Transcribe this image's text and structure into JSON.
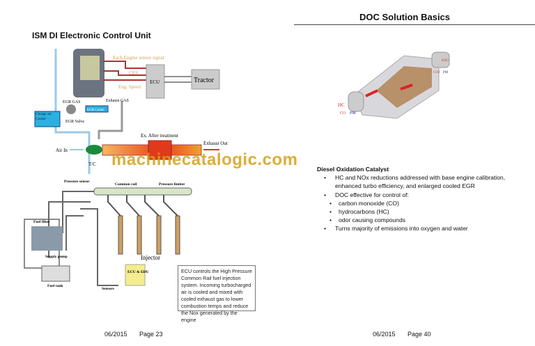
{
  "left_page": {
    "title": "ISM DI Electronic Control Unit",
    "ecu_diagram": {
      "sensor_signal": "Each Engine sensor signal",
      "crs": "CRS",
      "eng_speed": "Eng. Speed",
      "ecu": "ECU",
      "tractor": "Tractor",
      "egr_gas": "EGR GAS",
      "exhaust_gas": "Exhaust GAS",
      "egr_cooler": "EGR Cooler",
      "egr_valve": "EGR Valve",
      "charge_air_cooler": "Charge air Cooler",
      "after_treatment": "Ex. After treatment",
      "exhaust_out": "Exhaust Out",
      "air_in": "Air In",
      "tc": "T/C"
    },
    "fuel_diagram": {
      "pressure_sensor": "Pressure sensor",
      "common_rail": "Common rail",
      "pressure_limiter": "Pressure limiter",
      "fuel_filter": "Fuel filter",
      "supply_pump": "Supply pump",
      "fuel_tank": "Fuel tank",
      "injector": "Injector",
      "ecu_edu": "ECU & EDU",
      "sensors": "Sensors"
    },
    "caption": "ECU controls the High Pressure Common Rail fuel injection system. Incoming turbocharged air is cooled and mixed with cooled exhaust gas to lower combustion temps and reduce the Nox generated by the engine",
    "footer_date": "06/2015",
    "footer_page": "Page 23"
  },
  "right_page": {
    "title": "DOC Solution Basics",
    "catalyst_labels": {
      "h2o": "H2O",
      "co2": "CO2",
      "pm": "PM",
      "hc": "HC",
      "co": "CO",
      "pm_in": "PM"
    },
    "heading": "Diesel Oxidation Catalyst",
    "bullets": [
      "HC and NOx reductions addressed with base engine calibration, enhanced turbo efficiency, and enlarged cooled EGR",
      "DOC effective for control of:",
      "carbon monoxide (CO)",
      "hydrocarbons (HC)",
      "odor causing compounds",
      "Turns majority of emissions into oxygen and water"
    ],
    "footer_date": "06/2015",
    "footer_page": "Page 40"
  },
  "watermark": "machinecatalogic.com"
}
